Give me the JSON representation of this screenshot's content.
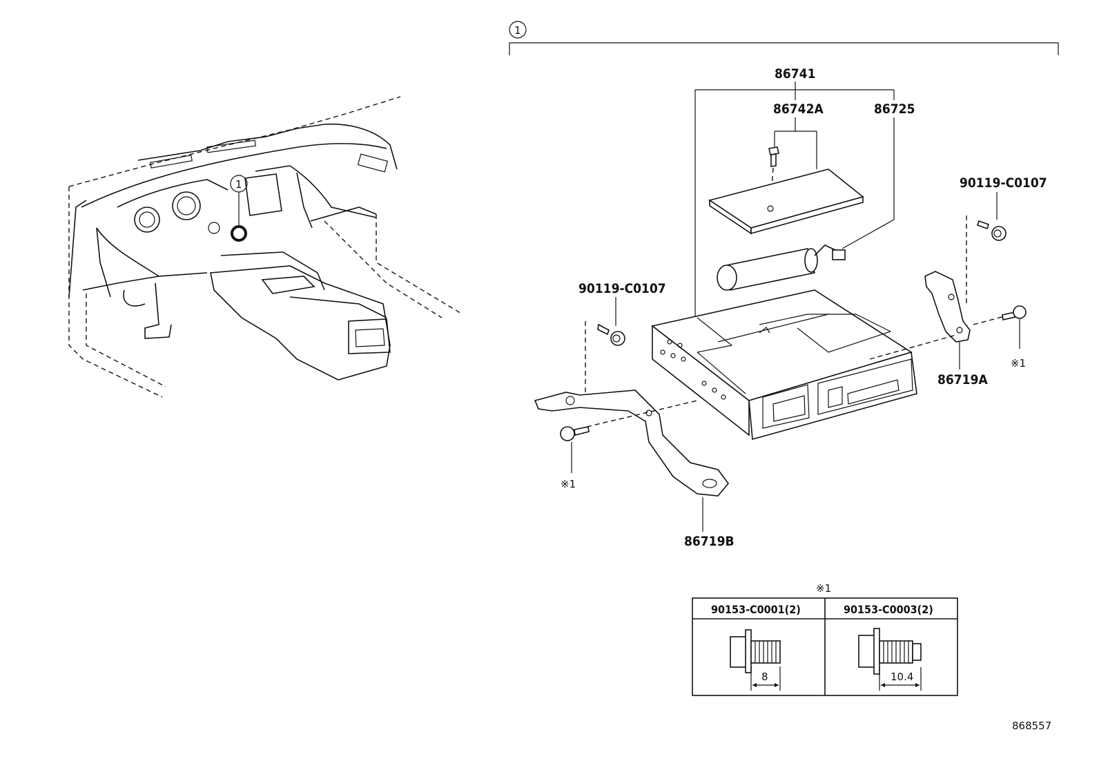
{
  "callout_number": "1",
  "labels": {
    "p86741": "86741",
    "p86742a": "86742A",
    "p86725": "86725",
    "p90119_left": "90119-C0107",
    "p90119_right": "90119-C0107",
    "p86719a": "86719A",
    "p86719b": "86719B",
    "note_left": "※1",
    "note_right": "※1"
  },
  "bolt_table": {
    "note": "※1",
    "columns": [
      {
        "part": "90153-C0001(2)",
        "length": "8"
      },
      {
        "part": "90153-C0003(2)",
        "length": "10.4"
      }
    ]
  },
  "figure_id": "868557"
}
